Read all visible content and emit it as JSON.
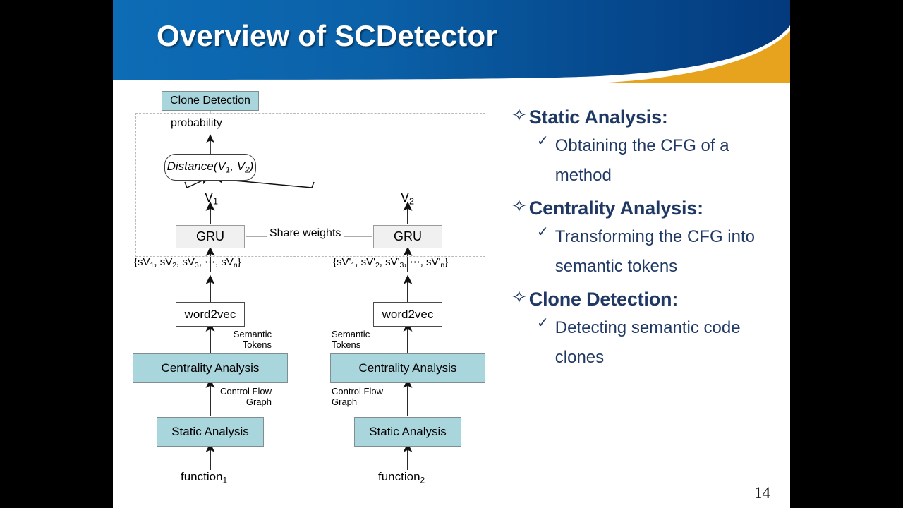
{
  "slide": {
    "title": "Overview of SCDetector",
    "page_number": "14",
    "colors": {
      "header_blue_light": "#0b64ae",
      "header_blue_dark": "#053e82",
      "header_accent_orange": "#e8a31e",
      "box_teal": "#a9d5dd",
      "box_gray": "#f0f0f0",
      "text_navy": "#1f3864",
      "letterbox": "#000000"
    }
  },
  "diagram": {
    "top_box": "Clone Detection",
    "probability_label": "probability",
    "distance_node": "Distance(V",
    "distance_node_full": "Distance(V1, V2)",
    "vector_left": "V",
    "vector_right": "V",
    "vector_left_sub": "1",
    "vector_right_sub": "2",
    "gru_left": "GRU",
    "gru_right": "GRU",
    "share_weights": "Share weights",
    "tokens_left": "{sV1, sV2, sV3, ⋯, sVn}",
    "tokens_right": "{sV'1, sV'2, sV'3, ⋯, sV'n}",
    "word2vec_left": "word2vec",
    "word2vec_right": "word2vec",
    "semantic_tokens_left_line1": "Semantic",
    "semantic_tokens_left_line2": "Tokens",
    "semantic_tokens_right_line1": "Semantic",
    "semantic_tokens_right_line2": "Tokens",
    "centrality_left": "Centrality Analysis",
    "centrality_right": "Centrality Analysis",
    "cfg_left_line1": "Control Flow",
    "cfg_left_line2": "Graph",
    "cfg_right_line1": "Control Flow",
    "cfg_right_line2": "Graph",
    "static_left": "Static Analysis",
    "static_right": "Static Analysis",
    "function_left": "function",
    "function_left_sub": "1",
    "function_right": "function",
    "function_right_sub": "2"
  },
  "bullets": {
    "star_glyph": "✧",
    "check_glyph": "✓",
    "items": [
      {
        "heading": "Static Analysis:",
        "sub": "Obtaining the CFG of a method"
      },
      {
        "heading": "Centrality Analysis:",
        "sub": "Transforming the CFG into semantic tokens"
      },
      {
        "heading": "Clone Detection:",
        "sub": "Detecting semantic code clones"
      }
    ]
  }
}
